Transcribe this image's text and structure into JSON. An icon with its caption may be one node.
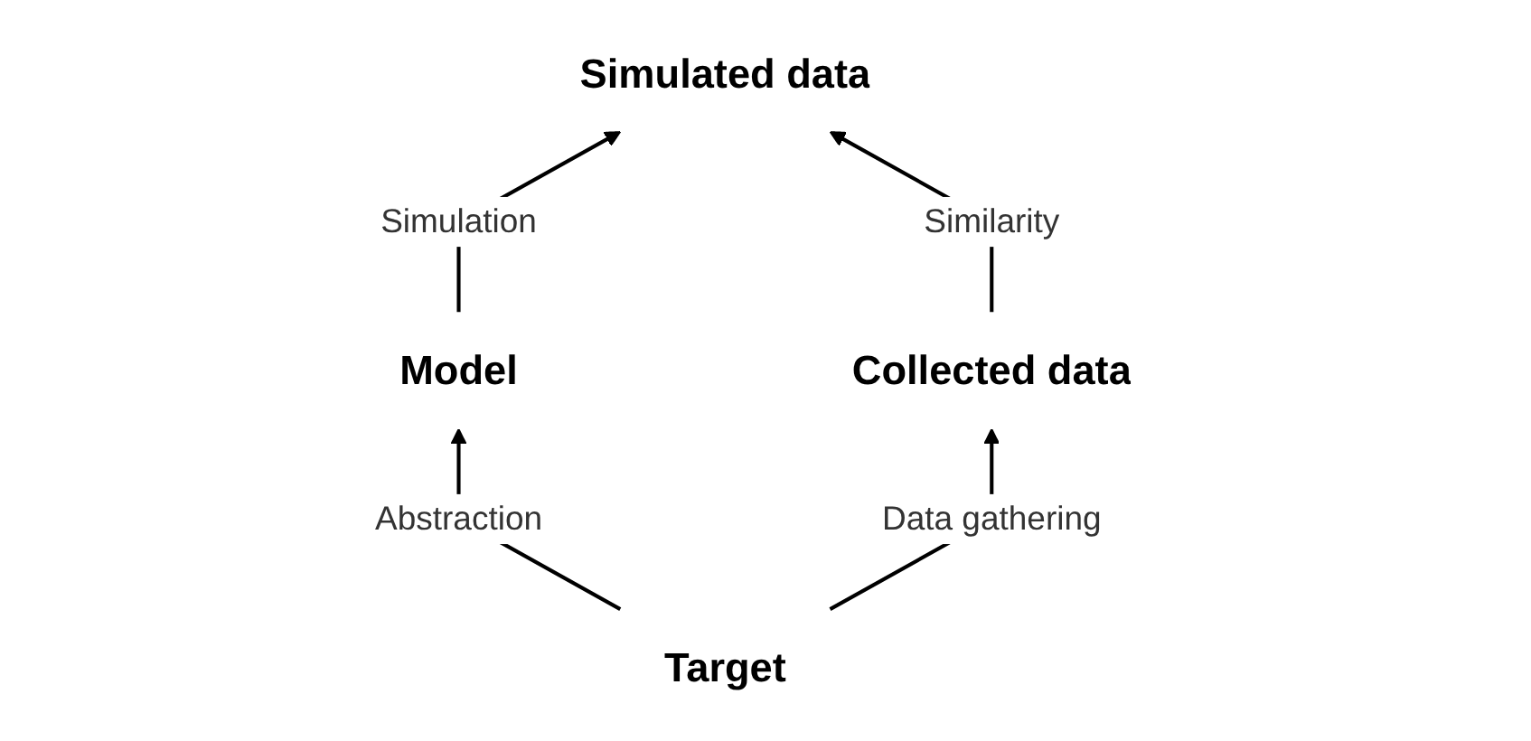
{
  "diagram": {
    "nodes": [
      {
        "text": [
          "Model"
        ]
      },
      {
        "text": [
          "Simulated data"
        ]
      },
      {
        "text": [
          "Target"
        ]
      },
      {
        "text": [
          "Collected data"
        ]
      }
    ],
    "edges": [
      {
        "from": 0,
        "to": 1,
        "arrow": "to",
        "label": "Simulation"
      },
      {
        "from": 2,
        "to": 0,
        "arrow": "to",
        "label": "Abstraction"
      },
      {
        "from": 3,
        "to": 1,
        "arrow": "to",
        "label": "Similarity"
      },
      {
        "from": 2,
        "to": 3,
        "arrow": "to",
        "label": "Data gathering"
      }
    ]
  }
}
